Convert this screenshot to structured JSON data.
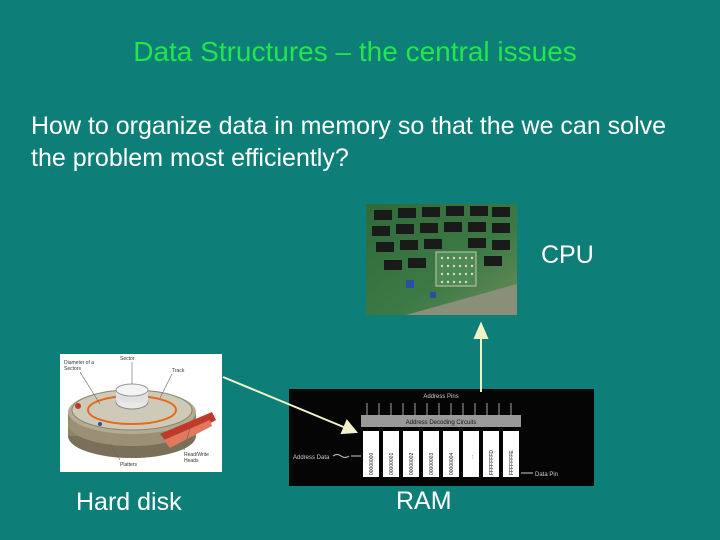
{
  "slide": {
    "title": "Data Structures – the central issues",
    "body": "How to organize data in memory so that the we can solve the problem most efficiently?"
  },
  "labels": {
    "cpu": "CPU",
    "hard_disk": "Hard disk",
    "ram": "RAM"
  },
  "hdd_diagram": {
    "labels": [
      "Diameter of a",
      "Sectors",
      "Sector",
      "Track",
      "Read/Write",
      "Heads",
      "Platters"
    ]
  },
  "ram_diagram": {
    "address_pins": "Address Pins",
    "decoding": "Address Decoding Circuits",
    "address_data": "Address Data",
    "data_pin": "Data Pin",
    "cells": [
      "00000000",
      "00000001",
      "00000002",
      "00000003",
      "00000004",
      "...",
      "FFFFFFFD",
      "FFFFFFFE"
    ]
  },
  "colors": {
    "background": "#0e7f78",
    "title": "#22e64a",
    "text": "#ffffff",
    "arrow": "#f2f2c8"
  }
}
